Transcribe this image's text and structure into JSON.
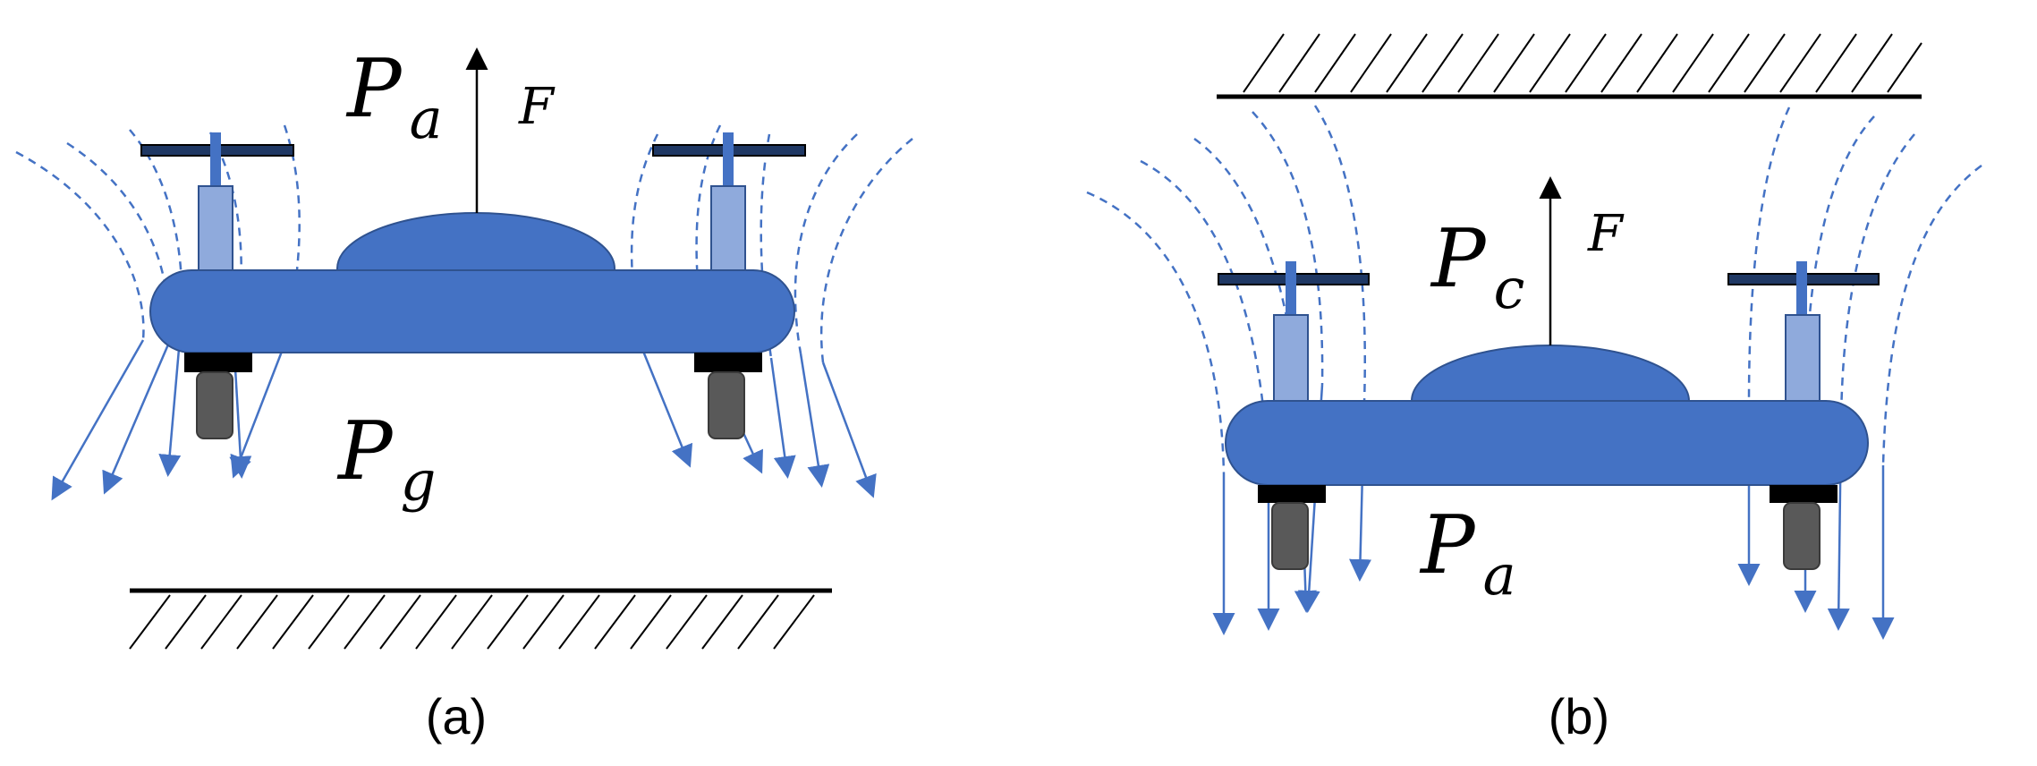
{
  "colors": {
    "body": "#4472c4",
    "mount": "#8faadc",
    "motor": "#595959",
    "flow": "#4472c4",
    "ink": "#000000"
  },
  "panel_a": {
    "pressure_top": {
      "main": "P",
      "sub": "a"
    },
    "pressure_bottom": {
      "main": "P",
      "sub": "g"
    },
    "force_label": "F",
    "caption": "(a)"
  },
  "panel_b": {
    "pressure_top": {
      "main": "P",
      "sub": "c"
    },
    "pressure_bottom": {
      "main": "P",
      "sub": "a"
    },
    "force_label": "F",
    "caption": "(b)"
  }
}
